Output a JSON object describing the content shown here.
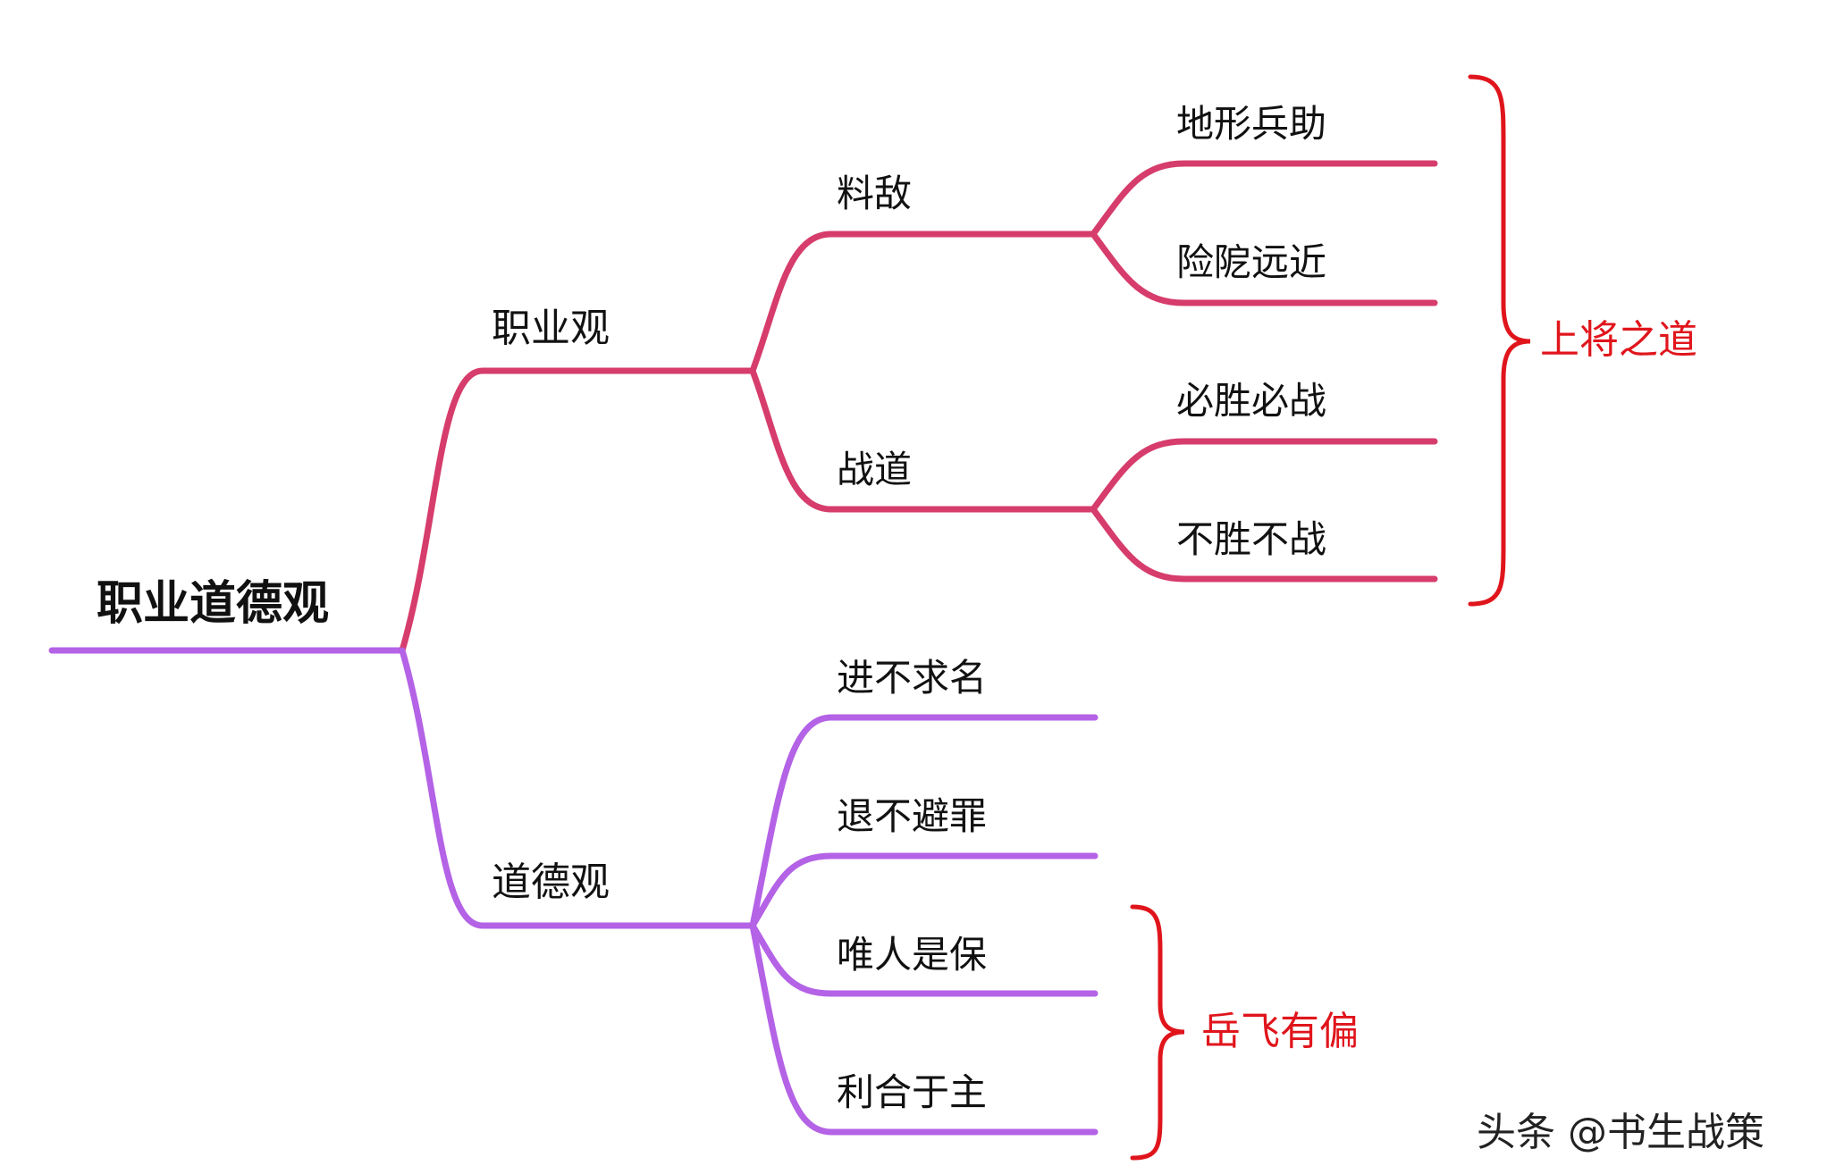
{
  "root": {
    "label": "职业道德观"
  },
  "branches": [
    {
      "label": "职业观",
      "color": "#d63c6c",
      "children": [
        {
          "label": "料敌",
          "children": [
            {
              "label": "地形兵助"
            },
            {
              "label": "险阸远近"
            }
          ]
        },
        {
          "label": "战道",
          "children": [
            {
              "label": "必胜必战"
            },
            {
              "label": "不胜不战"
            }
          ]
        }
      ]
    },
    {
      "label": "道德观",
      "color": "#b462e6",
      "children": [
        {
          "label": "进不求名"
        },
        {
          "label": "退不避罪"
        },
        {
          "label": "唯人是保"
        },
        {
          "label": "利合于主"
        }
      ]
    }
  ],
  "annotations": [
    {
      "label": "上将之道",
      "color": "#e0151c"
    },
    {
      "label": "岳飞有偏",
      "color": "#e0151c"
    }
  ],
  "watermark": {
    "label": "头条 @书生战策"
  }
}
